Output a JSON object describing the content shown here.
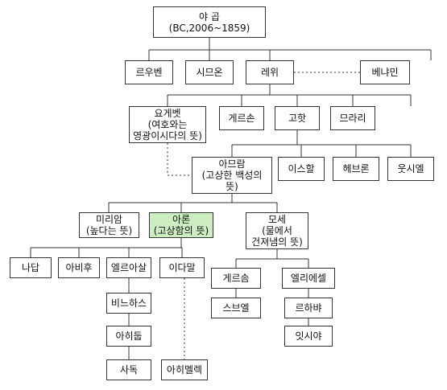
{
  "colors": {
    "highlight": "#cdeec0",
    "border": "#333333",
    "line": "#333333",
    "background": "#ffffff"
  },
  "nodes": {
    "jacob": {
      "line1": "야 곱",
      "line2": "(BC,2006~1859)"
    },
    "reuben": {
      "line1": "르우벤"
    },
    "simeon": {
      "line1": "시므온"
    },
    "levi": {
      "line1": "레위"
    },
    "benjamin": {
      "line1": "베냐민"
    },
    "jochebed": {
      "line1": "요게벳",
      "line2": "(여호와는",
      "line3": "영광이시다의 뜻)"
    },
    "gershon": {
      "line1": "게르손"
    },
    "kohath": {
      "line1": "고핫"
    },
    "merari": {
      "line1": "므라리"
    },
    "amram": {
      "line1": "아므람",
      "line2": "(고상한 백성의",
      "line3": "뜻)"
    },
    "izhar": {
      "line1": "이스할"
    },
    "hebron": {
      "line1": "헤브론"
    },
    "uzziel": {
      "line1": "웃시엘"
    },
    "miriam": {
      "line1": "미리암",
      "line2": "(높다는 뜻)"
    },
    "aaron": {
      "line1": "아론",
      "line2": "(고상함의 뜻)"
    },
    "moses": {
      "line1": "모세",
      "line2": "(물에서",
      "line3": "건져냄의 뜻)"
    },
    "nadab": {
      "line1": "나답"
    },
    "abihu": {
      "line1": "아비후"
    },
    "eleazar": {
      "line1": "엘르아살"
    },
    "ithamar": {
      "line1": "이다말"
    },
    "gershom": {
      "line1": "게르솜"
    },
    "eliezer": {
      "line1": "엘리에셀"
    },
    "phinehas": {
      "line1": "비느하스"
    },
    "shebuel": {
      "line1": "스브엘"
    },
    "rehabiah": {
      "line1": "르하뱌"
    },
    "ahitub": {
      "line1": "아히둡"
    },
    "isshiah": {
      "line1": "잇시야"
    },
    "zadok": {
      "line1": "사독"
    },
    "ahimelech": {
      "line1": "아히멜렉"
    }
  }
}
